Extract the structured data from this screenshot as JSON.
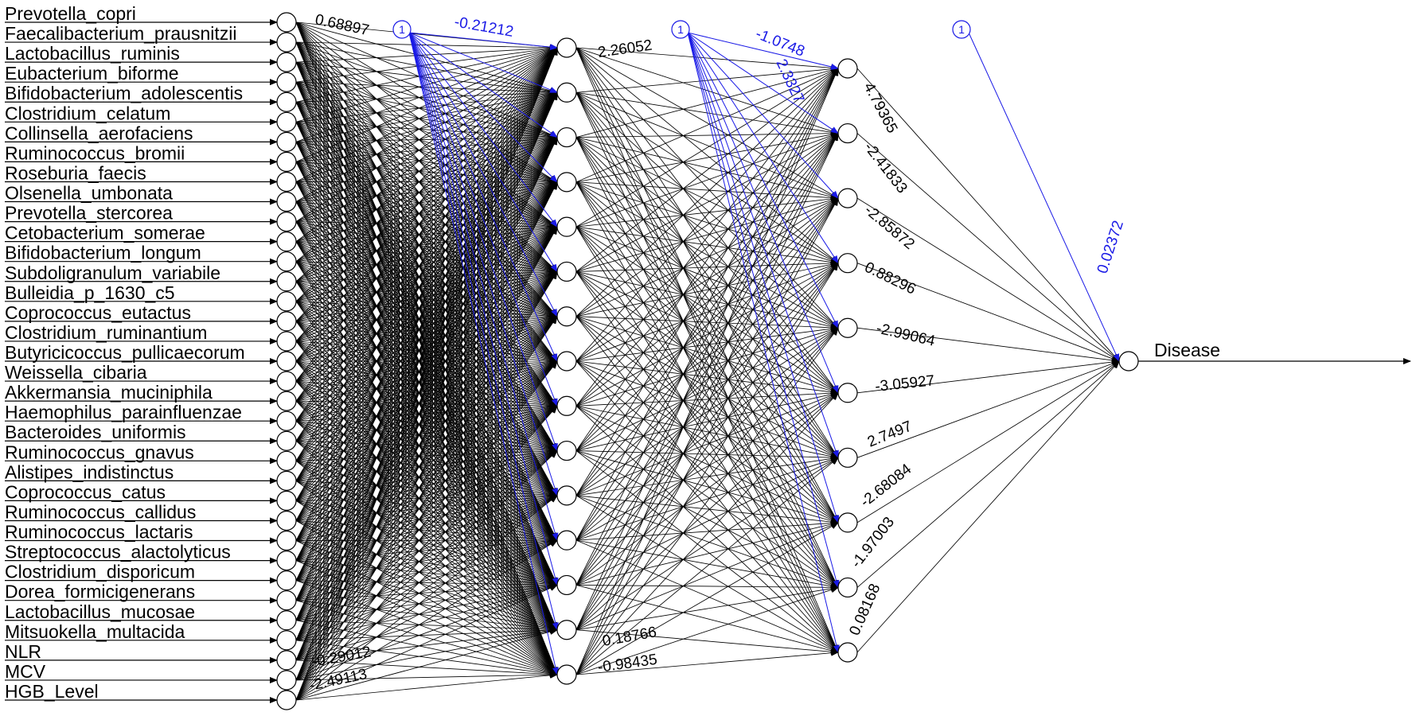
{
  "inputs": [
    "Prevotella_copri",
    "Faecalibacterium_prausnitzii",
    "Lactobacillus_ruminis",
    "Eubacterium_biforme",
    "Bifidobacterium_adolescentis",
    "Clostridium_celatum",
    "Collinsella_aerofaciens",
    "Ruminococcus_bromii",
    "Roseburia_faecis",
    "Olsenella_umbonata",
    "Prevotella_stercorea",
    "Cetobacterium_somerae",
    "Bifidobacterium_longum",
    "Subdoligranulum_variabile",
    "Bulleidia_p_1630_c5",
    "Coprococcus_eutactus",
    "Clostridium_ruminantium",
    "Butyricicoccus_pullicaecorum",
    "Weissella_cibaria",
    "Akkermansia_muciniphila",
    "Haemophilus_parainfluenzae",
    "Bacteroides_uniformis",
    "Ruminococcus_gnavus",
    "Alistipes_indistinctus",
    "Coprococcus_catus",
    "Ruminococcus_callidus",
    "Ruminococcus_lactaris",
    "Streptococcus_alactolyticus",
    "Clostridium_disporicum",
    "Dorea_formicigenerans",
    "Lactobacillus_mucosae",
    "Mitsuokella_multacida",
    "NLR",
    "MCV",
    "HGB_Level"
  ],
  "output": "Disease",
  "bias_label": "1",
  "layer_sizes": [
    35,
    15,
    10,
    1
  ],
  "colors": {
    "weights": "#000000",
    "bias": "#1a1ae6"
  },
  "layer1_weight_labels": [
    "0.68897",
    "-0.29012",
    "-2.49113"
  ],
  "bias1_weight_labels": [
    "-0.21212"
  ],
  "layer2_weight_labels": [
    "2.26052",
    "-0.98435",
    "0.18766"
  ],
  "bias2_weight_labels": [
    "-1.0748",
    "2.3327"
  ],
  "output_weight_labels": [
    "4.79365",
    "-2.41833",
    "-2.85872",
    "0.88296",
    "-2.99064",
    "-3.05927",
    "2.7497",
    "-2.68084",
    "-1.97003",
    "0.08168"
  ],
  "output_bias_weight_label": "0.02372"
}
